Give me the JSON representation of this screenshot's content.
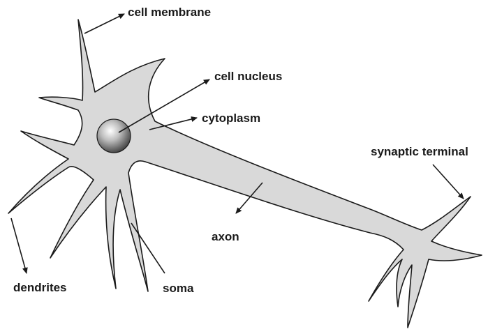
{
  "labels": {
    "cell_membrane": "cell membrane",
    "cell_nucleus": "cell nucleus",
    "cytoplasm": "cytoplasm",
    "synaptic_terminal": "synaptic terminal",
    "axon": "axon",
    "dendrites": "dendrites",
    "soma": "soma"
  },
  "colors": {
    "cell_fill": "#d9d9d9",
    "outline": "#1a1a1a",
    "nucleus_highlight": "#ffffff",
    "nucleus_shadow": "#4a4a4a"
  }
}
